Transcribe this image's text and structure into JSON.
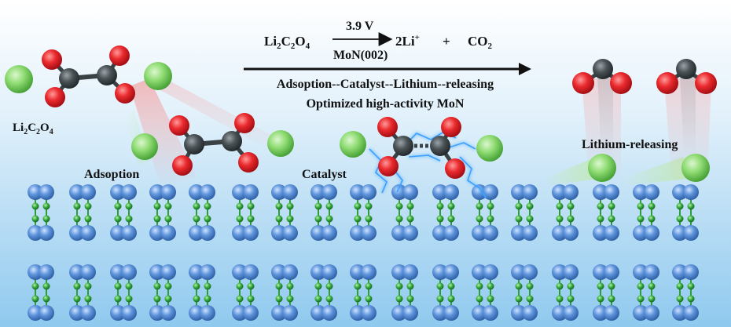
{
  "reaction": {
    "reactant_prefix": "Li",
    "reactant_sub1": "2",
    "reactant_mid": "C",
    "reactant_sub2": "2",
    "reactant_o": "O",
    "reactant_sub3": "4",
    "voltage": "3.9 V",
    "catalyst": "MoN(002)",
    "product_li": "2Li",
    "product_li_sup": "+",
    "plus": "+",
    "product_co": "CO",
    "product_co_sub": "2"
  },
  "process_line": "Adsoption--Catalyst--Lithium--releasing",
  "process_subtitle": "Optimized high-activity MoN",
  "molecule_label": {
    "prefix": "Li",
    "sub1": "2",
    "mid": "C",
    "sub2": "2",
    "o": "O",
    "sub3": "4"
  },
  "stage_labels": {
    "adsorption": "Adsoption",
    "catalyst": "Catalyst",
    "release": "Lithium-releasing"
  },
  "colors": {
    "lithium": "#7fd36a",
    "oxygen": "#e0242c",
    "carbon": "#4b5357",
    "molybdenum": "#4f86d0",
    "nitrogen": "#2f9e3a",
    "electron_glow": "#3aa0ff"
  }
}
